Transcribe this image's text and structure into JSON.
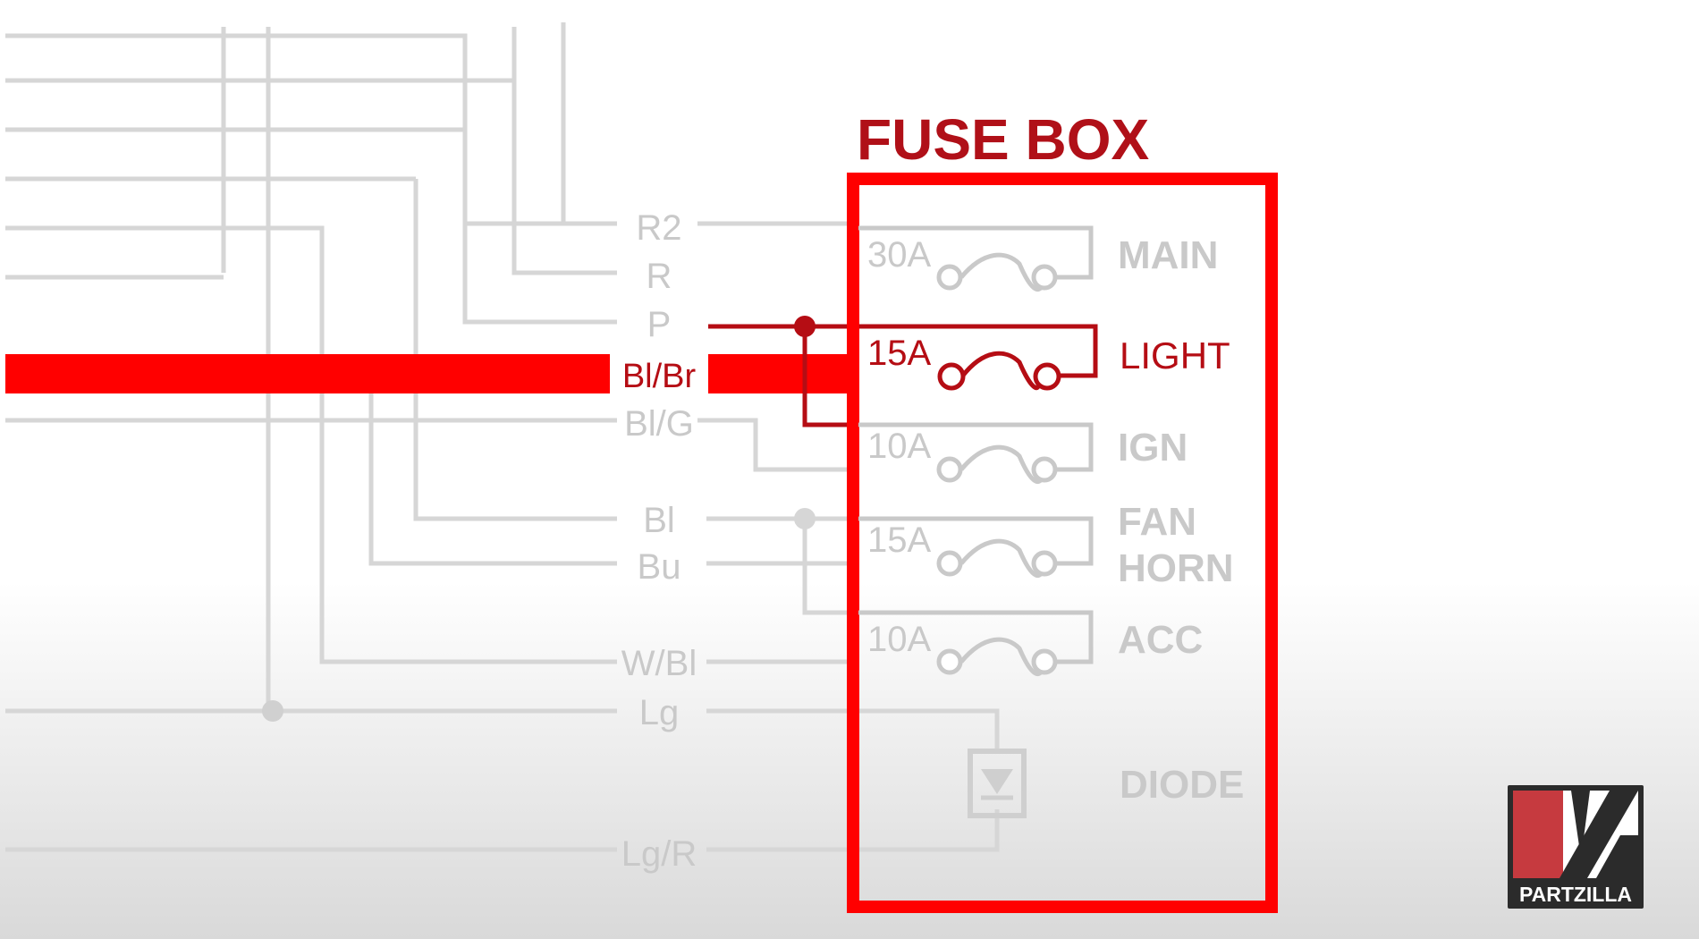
{
  "title": "FUSE BOX",
  "highlight_wire": "Bl/Br",
  "wire_labels": [
    "R2",
    "R",
    "P",
    "Bl/G",
    "Bl",
    "Bu",
    "W/Bl",
    "Lg",
    "Lg/R"
  ],
  "fuses": [
    {
      "rating": "30A",
      "name": "MAIN",
      "active": false
    },
    {
      "rating": "15A",
      "name": "LIGHT",
      "active": true
    },
    {
      "rating": "10A",
      "name": "IGN",
      "active": false
    },
    {
      "rating": "15A",
      "name": "FAN",
      "name2": "HORN",
      "active": false
    },
    {
      "rating": "10A",
      "name": "ACC",
      "active": false
    }
  ],
  "diode_label": "DIODE",
  "logo_text": "PARTZILLA",
  "colors": {
    "accent_red": "#ff0000",
    "title_red": "#b01018",
    "dark_red": "#b50d14",
    "faded_gray": "#c9c9c9",
    "logo_red": "#c63a3f",
    "logo_dark": "#2b2b2b"
  }
}
